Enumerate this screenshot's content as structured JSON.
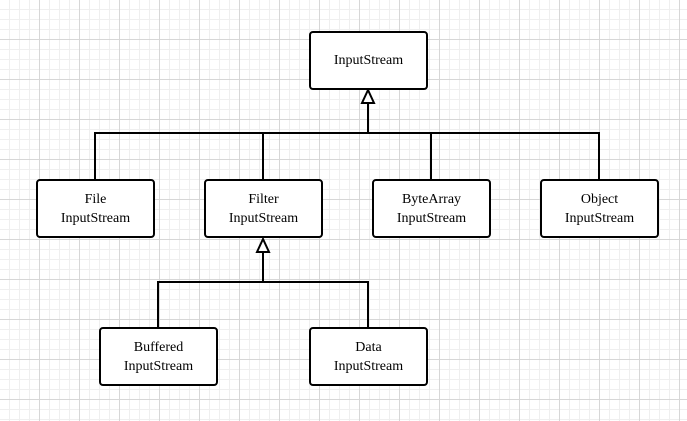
{
  "diagram": {
    "nodes": {
      "input_stream": {
        "lines": [
          "InputStream"
        ]
      },
      "file_input_stream": {
        "lines": [
          "File",
          "InputStream"
        ]
      },
      "filter_input_stream": {
        "lines": [
          "Filter",
          "InputStream"
        ]
      },
      "bytearray_input_stream": {
        "lines": [
          "ByteArray",
          "InputStream"
        ]
      },
      "object_input_stream": {
        "lines": [
          "Object",
          "InputStream"
        ]
      },
      "buffered_input_stream": {
        "lines": [
          "Buffered",
          "InputStream"
        ]
      },
      "data_input_stream": {
        "lines": [
          "Data",
          "InputStream"
        ]
      }
    },
    "edges": [
      {
        "from": "file_input_stream",
        "to": "input_stream",
        "type": "inheritance"
      },
      {
        "from": "filter_input_stream",
        "to": "input_stream",
        "type": "inheritance"
      },
      {
        "from": "bytearray_input_stream",
        "to": "input_stream",
        "type": "inheritance"
      },
      {
        "from": "object_input_stream",
        "to": "input_stream",
        "type": "inheritance"
      },
      {
        "from": "buffered_input_stream",
        "to": "filter_input_stream",
        "type": "inheritance"
      },
      {
        "from": "data_input_stream",
        "to": "filter_input_stream",
        "type": "inheritance"
      }
    ],
    "colors": {
      "stroke": "#000000",
      "node_fill": "#ffffff",
      "grid": "#d7d7d7"
    }
  }
}
